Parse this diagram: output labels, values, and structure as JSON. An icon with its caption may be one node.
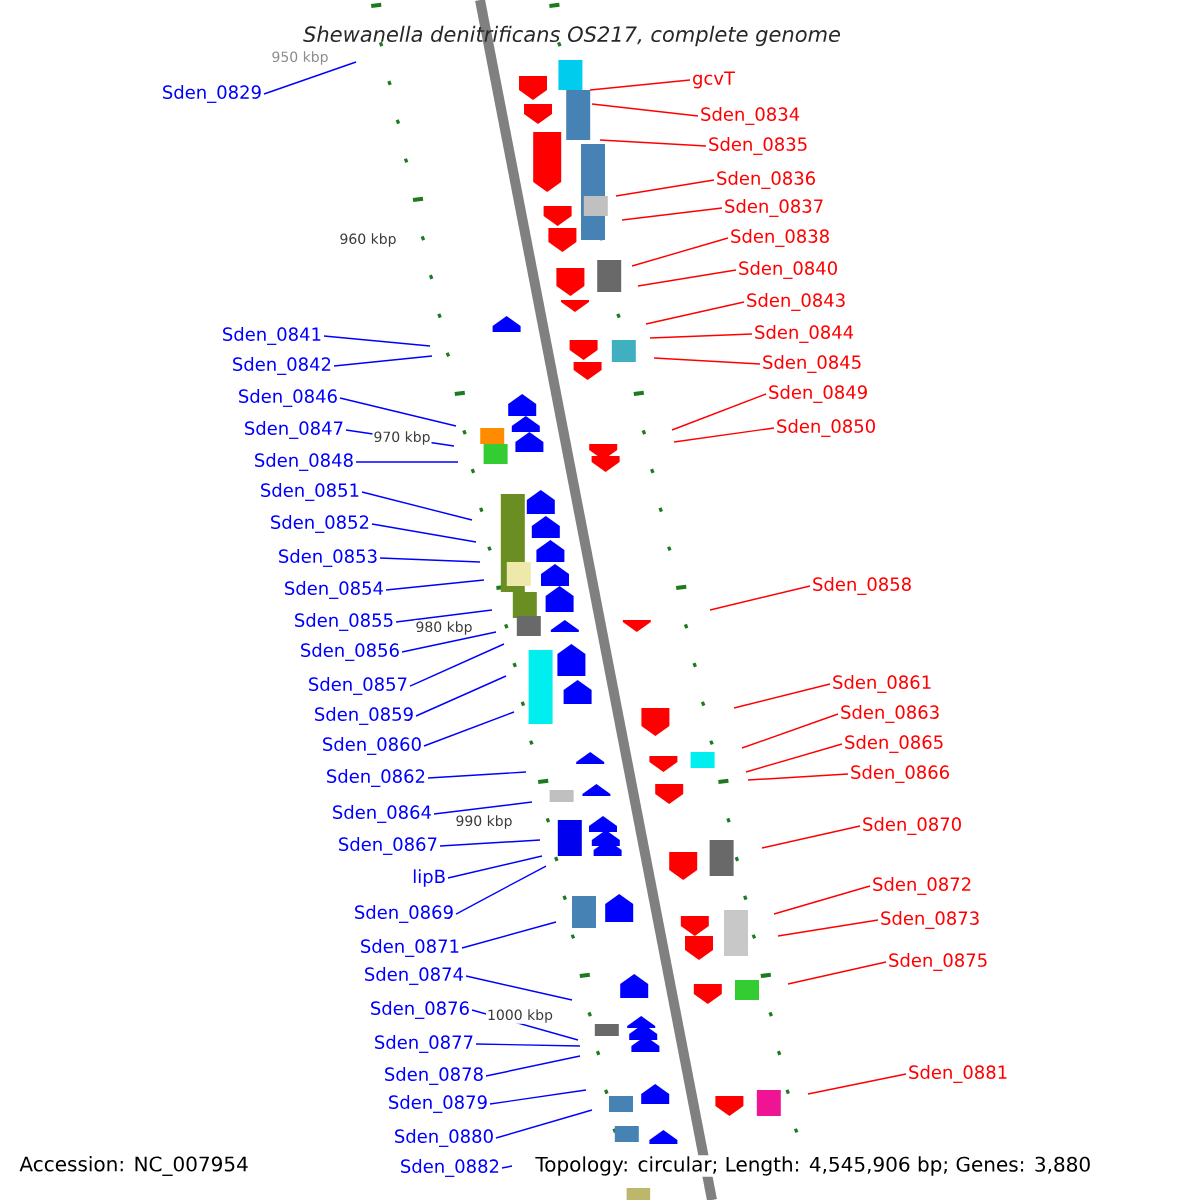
{
  "diagram": {
    "title": "Shewanella denitrificans OS217, complete genome",
    "nodes": [
      {
        "text": [
          "gcvT"
        ]
      },
      {
        "text": [
          "Sden_0829"
        ]
      },
      {
        "text": [
          "Sden_0834"
        ]
      },
      {
        "text": [
          "Sden_0835"
        ]
      },
      {
        "text": [
          "Sden_0836"
        ]
      },
      {
        "text": [
          "Sden_0837"
        ]
      },
      {
        "text": [
          "Sden_0838"
        ]
      },
      {
        "text": [
          "Sden_0840"
        ]
      },
      {
        "text": [
          "Sden_0843"
        ]
      },
      {
        "text": [
          "Sden_0844"
        ]
      },
      {
        "text": [
          "Sden_0841"
        ]
      },
      {
        "text": [
          "Sden_0845"
        ]
      },
      {
        "text": [
          "Sden_0842"
        ]
      },
      {
        "text": [
          "Sden_0849"
        ]
      },
      {
        "text": [
          "Sden_0846"
        ]
      },
      {
        "text": [
          "Sden_0850"
        ]
      },
      {
        "text": [
          "Sden_0847"
        ]
      },
      {
        "text": [
          "Sden_0848"
        ]
      },
      {
        "text": [
          "Sden_0851"
        ]
      },
      {
        "text": [
          "Sden_0852"
        ]
      },
      {
        "text": [
          "Sden_0853"
        ]
      },
      {
        "text": [
          "Sden_0858"
        ]
      },
      {
        "text": [
          "Sden_0854"
        ]
      },
      {
        "text": [
          "Sden_0855"
        ]
      },
      {
        "text": [
          "Sden_0856"
        ]
      },
      {
        "text": [
          "Sden_0861"
        ]
      },
      {
        "text": [
          "Sden_0857"
        ]
      },
      {
        "text": [
          "Sden_0863"
        ]
      },
      {
        "text": [
          "Sden_0859"
        ]
      },
      {
        "text": [
          "Sden_0865"
        ]
      },
      {
        "text": [
          "Sden_0860"
        ]
      },
      {
        "text": [
          "Sden_0866"
        ]
      },
      {
        "text": [
          "Sden_0862"
        ]
      },
      {
        "text": [
          "Sden_0864"
        ]
      },
      {
        "text": [
          "Sden_0870"
        ]
      },
      {
        "text": [
          "Sden_0867"
        ]
      },
      {
        "text": [
          "lipB"
        ]
      },
      {
        "text": [
          "Sden_0872"
        ]
      },
      {
        "text": [
          "Sden_0869"
        ]
      },
      {
        "text": [
          "Sden_0873"
        ]
      },
      {
        "text": [
          "Sden_0871"
        ]
      },
      {
        "text": [
          "Sden_0875"
        ]
      },
      {
        "text": [
          "Sden_0874"
        ]
      },
      {
        "text": [
          "Sden_0876"
        ]
      },
      {
        "text": [
          "Sden_0877"
        ]
      },
      {
        "text": [
          "Sden_0881"
        ]
      },
      {
        "text": [
          "Sden_0878"
        ]
      },
      {
        "text": [
          "Sden_0879"
        ]
      },
      {
        "text": [
          "Sden_0880"
        ]
      },
      {
        "text": [
          "Sden_0882"
        ]
      }
    ],
    "edges": [
      {
        "from": 0,
        "to": null,
        "arrow": "none",
        "color": "#ff0000"
      },
      {
        "from": 1,
        "to": null,
        "arrow": "none"
      },
      {
        "from": 2,
        "to": null,
        "arrow": "none",
        "color": "#ff0000"
      },
      {
        "from": 3,
        "to": null,
        "arrow": "none",
        "color": "#ff0000"
      },
      {
        "from": 4,
        "to": null,
        "arrow": "none",
        "color": "#ff0000"
      },
      {
        "from": 5,
        "to": null,
        "arrow": "none",
        "color": "#ff0000"
      },
      {
        "from": 6,
        "to": null,
        "arrow": "none",
        "color": "#ff0000"
      },
      {
        "from": 7,
        "to": null,
        "arrow": "none",
        "color": "#ff0000"
      },
      {
        "from": 8,
        "to": null,
        "arrow": "none",
        "color": "#ff0000"
      },
      {
        "from": 9,
        "to": null,
        "arrow": "none",
        "color": "#ff0000"
      },
      {
        "from": 10,
        "to": null,
        "arrow": "none"
      },
      {
        "from": 11,
        "to": null,
        "arrow": "none",
        "color": "#ff0000"
      },
      {
        "from": 12,
        "to": null,
        "arrow": "none"
      },
      {
        "from": 13,
        "to": null,
        "arrow": "none",
        "color": "#ff0000"
      },
      {
        "from": 14,
        "to": null,
        "arrow": "none"
      },
      {
        "from": 15,
        "to": null,
        "arrow": "none",
        "color": "#ff0000"
      },
      {
        "from": 16,
        "to": null,
        "arrow": "none"
      },
      {
        "from": 17,
        "to": null,
        "arrow": "none"
      },
      {
        "from": 18,
        "to": null,
        "arrow": "none"
      },
      {
        "from": 19,
        "to": null,
        "arrow": "none"
      },
      {
        "from": 20,
        "to": null,
        "arrow": "none"
      },
      {
        "from": 21,
        "to": null,
        "arrow": "none",
        "color": "#ff0000"
      },
      {
        "from": 22,
        "to": null,
        "arrow": "none"
      },
      {
        "from": 23,
        "to": null,
        "arrow": "none"
      },
      {
        "from": 24,
        "to": null,
        "arrow": "none"
      },
      {
        "from": 25,
        "to": null,
        "arrow": "none",
        "color": "#ff0000"
      },
      {
        "from": 26,
        "to": null,
        "arrow": "none"
      },
      {
        "from": 27,
        "to": null,
        "arrow": "none",
        "color": "#ff0000"
      },
      {
        "from": 28,
        "to": null,
        "arrow": "none"
      },
      {
        "from": 29,
        "to": null,
        "arrow": "none",
        "color": "#ff0000"
      },
      {
        "from": 30,
        "to": null,
        "arrow": "none"
      },
      {
        "from": 31,
        "to": null,
        "arrow": "none",
        "color": "#ff0000"
      },
      {
        "from": 32,
        "to": null,
        "arrow": "none"
      },
      {
        "from": 33,
        "to": null,
        "arrow": "none"
      },
      {
        "from": 34,
        "to": null,
        "arrow": "none",
        "color": "#ff0000"
      },
      {
        "from": 35,
        "to": null,
        "arrow": "none"
      },
      {
        "from": 36,
        "to": null,
        "arrow": "none"
      },
      {
        "from": 37,
        "to": null,
        "arrow": "none",
        "color": "#ff0000"
      },
      {
        "from": 38,
        "to": null,
        "arrow": "none"
      },
      {
        "from": 39,
        "to": null,
        "arrow": "none",
        "color": "#ff0000"
      },
      {
        "from": 40,
        "to": null,
        "arrow": "none"
      },
      {
        "from": 41,
        "to": null,
        "arrow": "none",
        "color": "#ff0000"
      },
      {
        "from": 42,
        "to": null,
        "arrow": "none"
      },
      {
        "from": 43,
        "to": null,
        "arrow": "none"
      },
      {
        "from": 44,
        "to": null,
        "arrow": "none"
      },
      {
        "from": 45,
        "to": null,
        "arrow": "none",
        "color": "#ff0000"
      },
      {
        "from": 46,
        "to": null,
        "arrow": "none"
      },
      {
        "from": 47,
        "to": null,
        "arrow": "none"
      },
      {
        "from": 48,
        "to": null,
        "arrow": "none"
      },
      {
        "from": 49,
        "to": null,
        "arrow": "none"
      }
    ],
    "labels": [
      "950 kbp",
      "960 kbp",
      "970 kbp",
      "980 kbp",
      "990 kbp",
      "1000 kbp",
      "Accession: NC_007954",
      "Topology: circular; Length: 4,545,906 bp; Genes: 3,880"
    ]
  }
}
